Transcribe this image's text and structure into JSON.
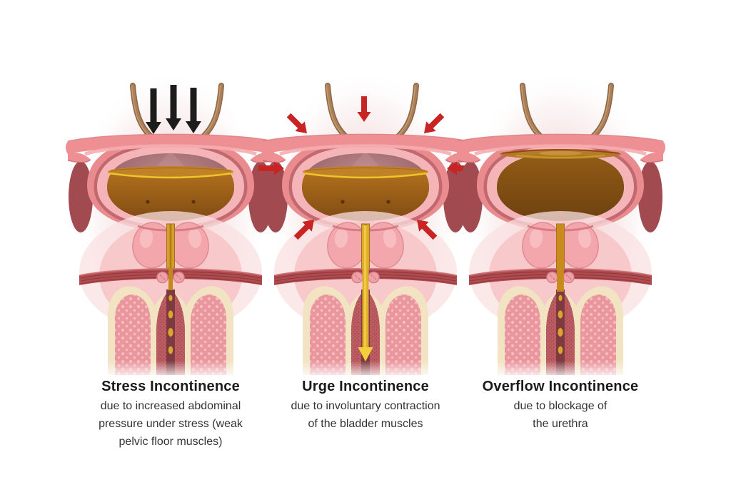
{
  "figure": {
    "type": "medical-illustration",
    "subject": "types of urinary incontinence (bladder cross-sections)",
    "panels": [
      {
        "id": "stress",
        "title": "Stress Incontinence",
        "subtitle": "due to increased abdominal pressure under stress (weak pelvic floor muscles)",
        "arrows": "three black downward arrows showing abdominal pressure on the bladder",
        "urine_level": "half full, leaking drops through urethra"
      },
      {
        "id": "urge",
        "title": "Urge Incontinence",
        "subtitle": "due to involuntary contraction of the bladder muscles",
        "arrows": "red arrows pointing inward all around the bladder (muscle contraction)",
        "urine_level": "half full, continuous stream flowing out with yellow arrow"
      },
      {
        "id": "overflow",
        "title": "Overflow Incontinence",
        "subtitle": "due to blockage of the urethra",
        "arrows": "none",
        "urine_level": "completely full, urine dribbling past blockage"
      }
    ]
  },
  "colors": {
    "arrow_black": "#1c1c1c",
    "arrow_red": "#c92424",
    "bladder_wall": "#e98b8f",
    "bladder_lining": "#f5b4b7",
    "bladder_interior": "#a26d71",
    "urine": "#a06a1b",
    "urine_surface_highlight": "#eec52c",
    "ureter": "#ab7f58",
    "pelvic_floor_muscle": "#b04b4f",
    "urethra_tissue": "#e9969c",
    "urethra_lining": "#f2e3c3",
    "background_glow": "#f2d8d8"
  }
}
